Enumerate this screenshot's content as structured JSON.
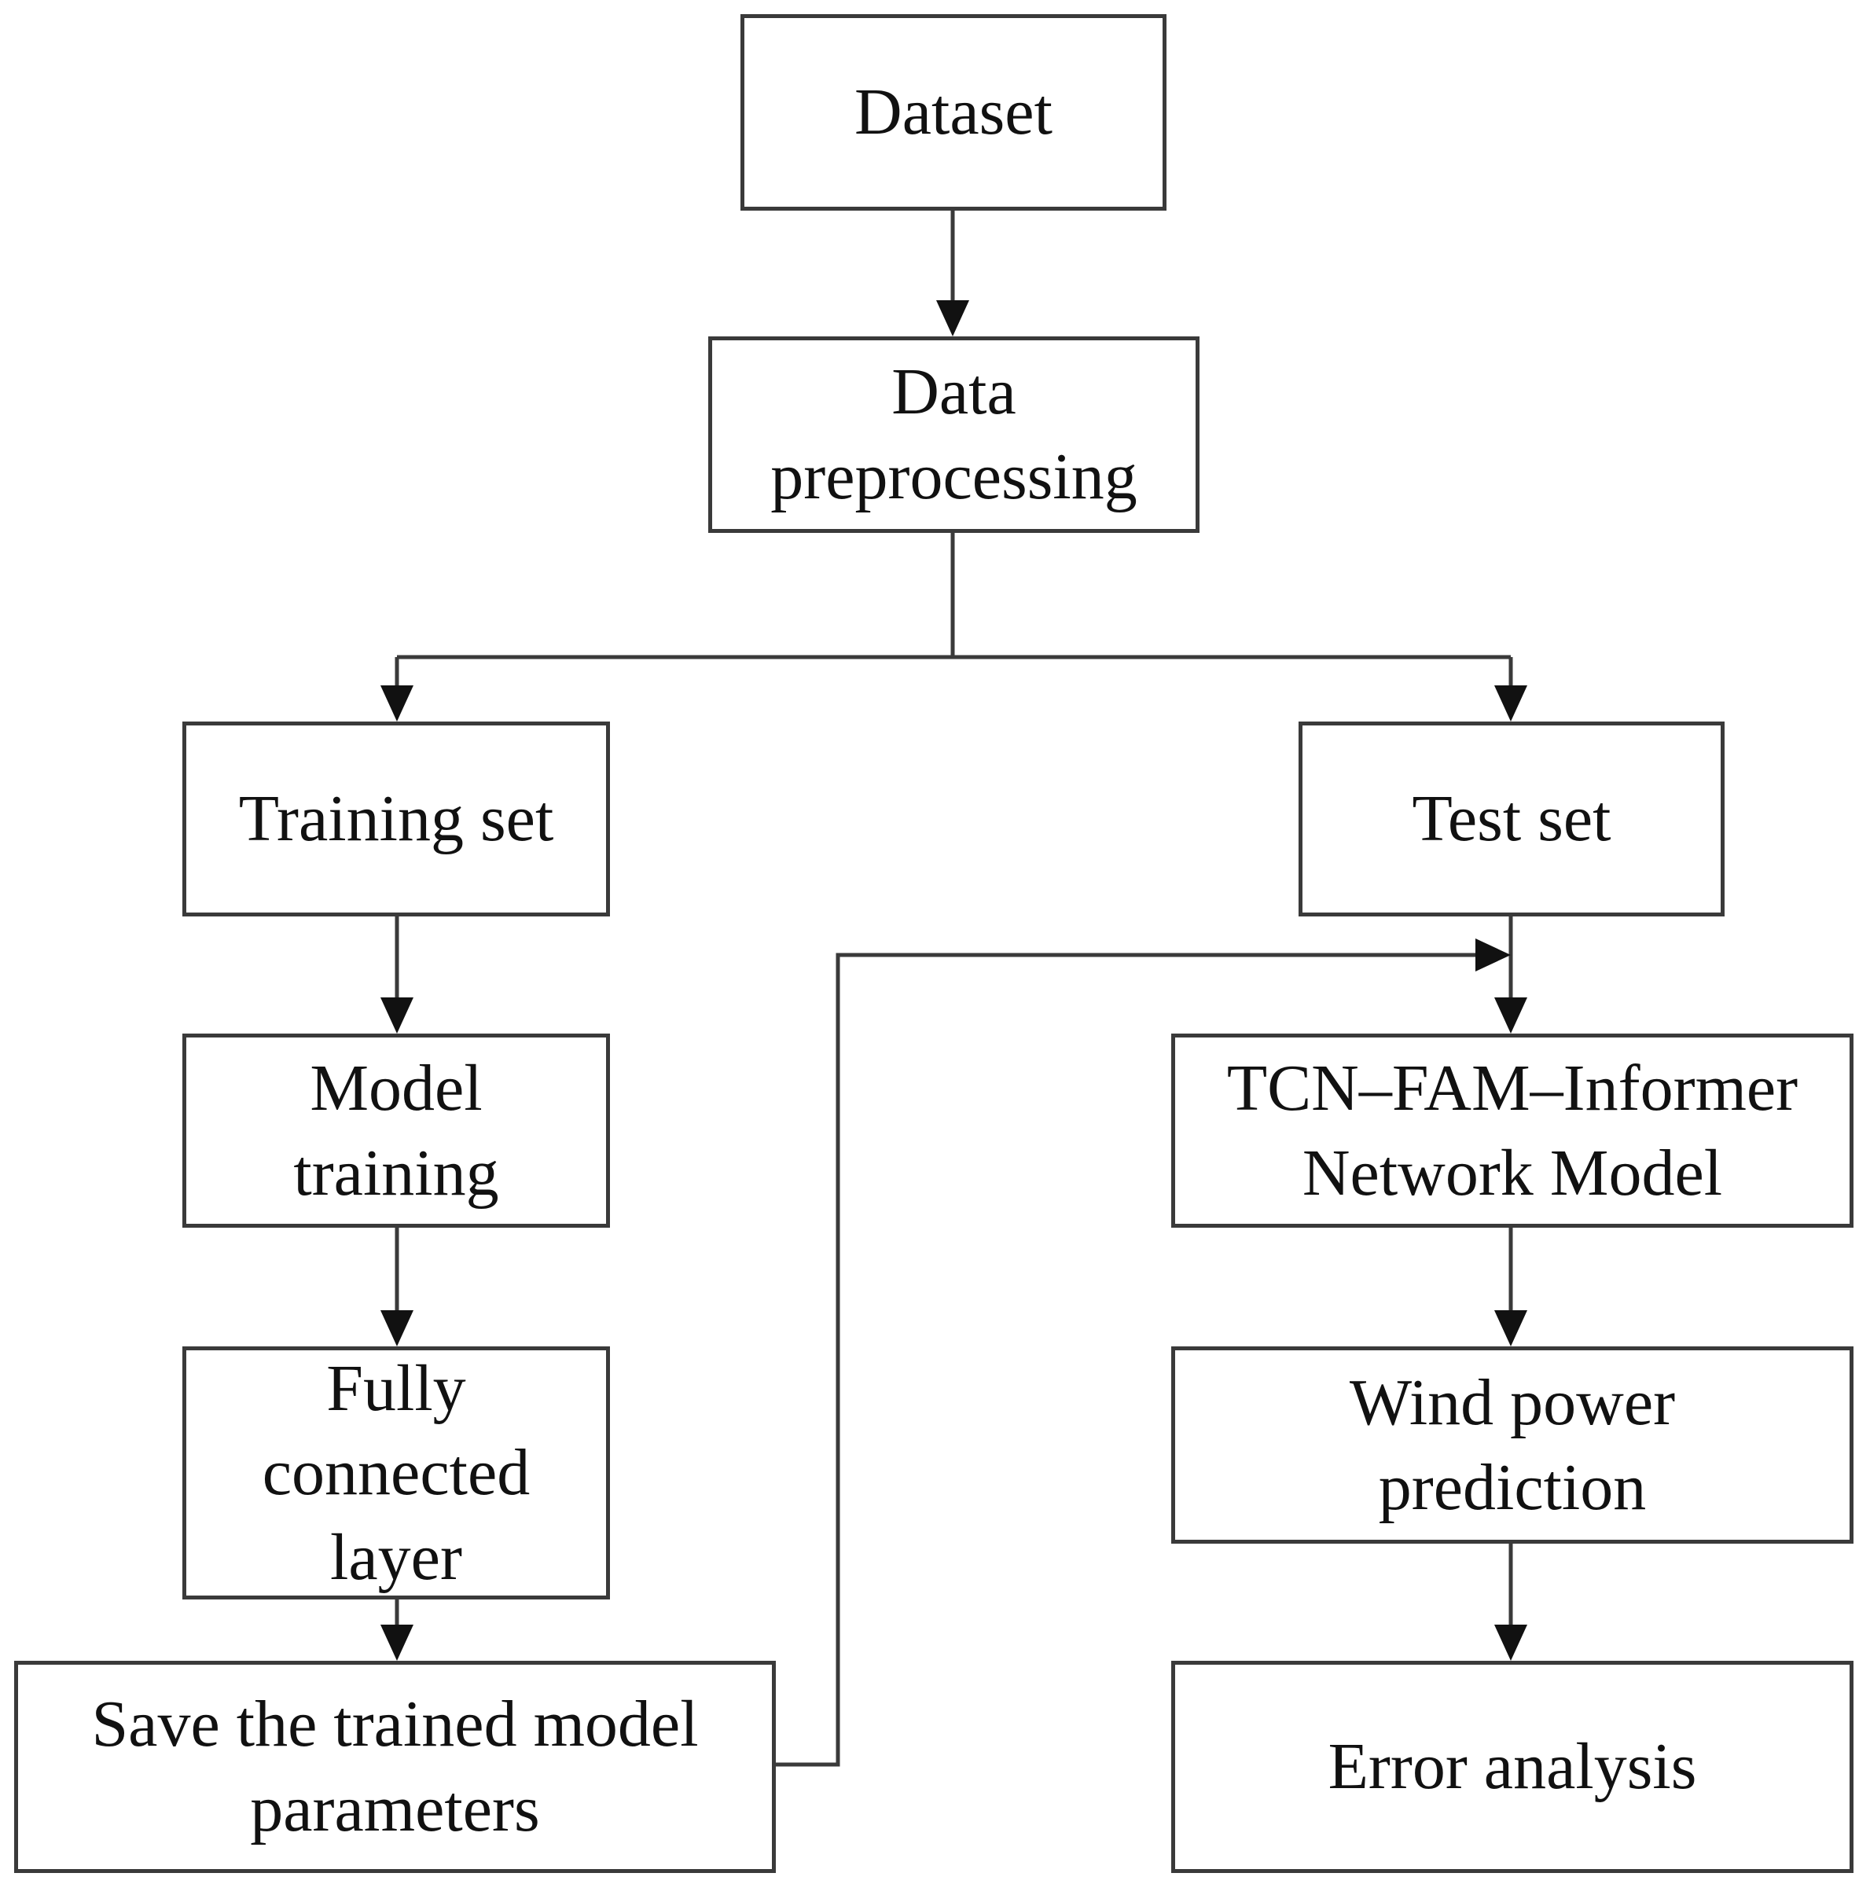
{
  "nodes": {
    "dataset": {
      "lines": [
        "Dataset"
      ]
    },
    "preprocessing": {
      "lines": [
        "Data",
        "preprocessing"
      ]
    },
    "training_set": {
      "lines": [
        "Training set"
      ]
    },
    "test_set": {
      "lines": [
        "Test set"
      ]
    },
    "model_training": {
      "lines": [
        "Model",
        "training"
      ]
    },
    "fully_connected": {
      "lines": [
        "Fully",
        "connected",
        "layer"
      ]
    },
    "save_params": {
      "lines": [
        "Save the trained model",
        "parameters"
      ]
    },
    "tcn_model": {
      "lines": [
        "TCN–FAM–Informer",
        "Network Model"
      ]
    },
    "wind_prediction": {
      "lines": [
        "Wind power",
        "prediction"
      ]
    },
    "error_analysis": {
      "lines": [
        "Error analysis"
      ]
    }
  }
}
